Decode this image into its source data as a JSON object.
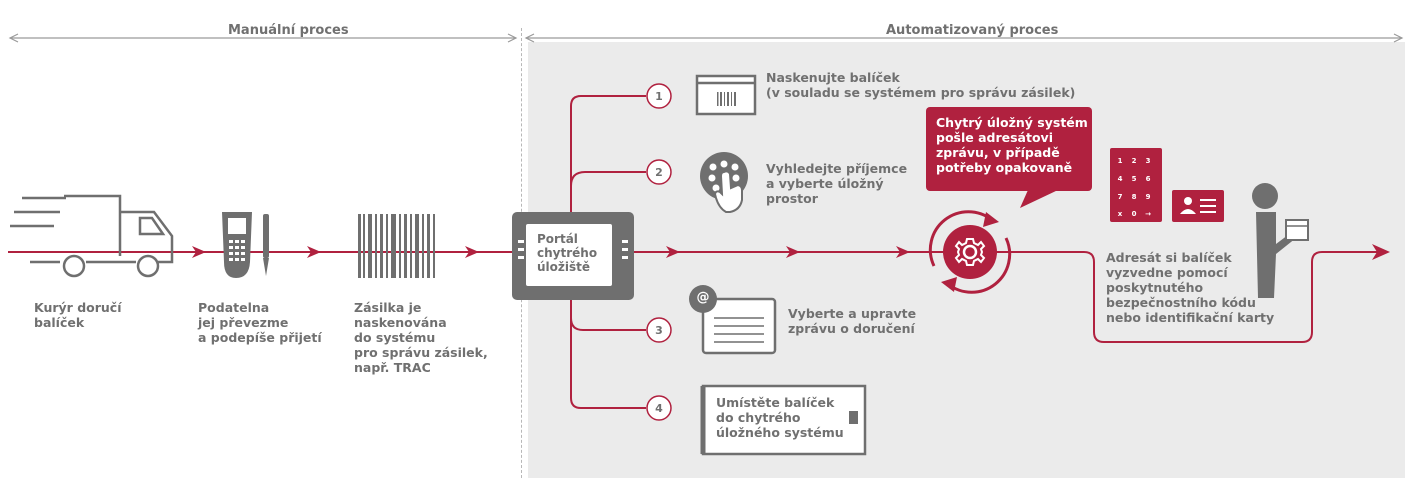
{
  "phases": {
    "manual": "Manuální proces",
    "automated": "Automatizovaný proces"
  },
  "steps": [
    {
      "lines": [
        "Kurýr doručí",
        "balíček"
      ]
    },
    {
      "lines": [
        "Podatelna",
        "jej převezme",
        "a podepíše přijetí"
      ]
    },
    {
      "lines": [
        "Zásilka je",
        "naskenována",
        "do systému",
        "pro správu zásilek,",
        "např. TRAC"
      ]
    }
  ],
  "portal": {
    "lines": [
      "Portál",
      "chytrého",
      "úložiště"
    ]
  },
  "substeps": [
    {
      "number": "1",
      "lines": [
        "Naskenujte balíček",
        "(v souladu se systémem pro správu zásilek)"
      ]
    },
    {
      "number": "2",
      "lines": [
        "Vyhledejte příjemce",
        "a vyberte úložný",
        "prostor"
      ]
    },
    {
      "number": "3",
      "lines": [
        "Vyberte a upravte",
        "zprávu o doručení"
      ]
    },
    {
      "number": "4",
      "lines": [
        "Umístěte balíček",
        "do chytrého",
        "úložného systému"
      ]
    }
  ],
  "notification": {
    "lines": [
      "Chytrý úložný systém",
      "pošle adresátovi",
      "zprávu, v případě",
      "potřeby opakovaně"
    ]
  },
  "pickup": {
    "lines": [
      "Adresát si balíček",
      "vyzvedne pomocí",
      "poskytnutého",
      "bezpečnostního kódu",
      "nebo identifikační karty"
    ]
  },
  "keypad": {
    "keys": [
      "1",
      "2",
      "3",
      "4",
      "5",
      "6",
      "7",
      "8",
      "9",
      "x",
      "0",
      "→"
    ]
  },
  "email_symbol": "@",
  "colors": {
    "accent": "#b0213f",
    "icon_gray": "#6f6f6f",
    "automated_bg": "#ebebeb",
    "text": "#707070"
  },
  "icons": [
    "truck-icon",
    "handheld-scanner-icon",
    "pen-icon",
    "barcode-icon",
    "kiosk-icon",
    "scan-box-icon",
    "touch-keypad-icon",
    "email-form-icon",
    "locker-icon",
    "gear-cycle-icon",
    "pin-keypad-icon",
    "id-card-icon",
    "person-icon",
    "parcel-icon"
  ]
}
